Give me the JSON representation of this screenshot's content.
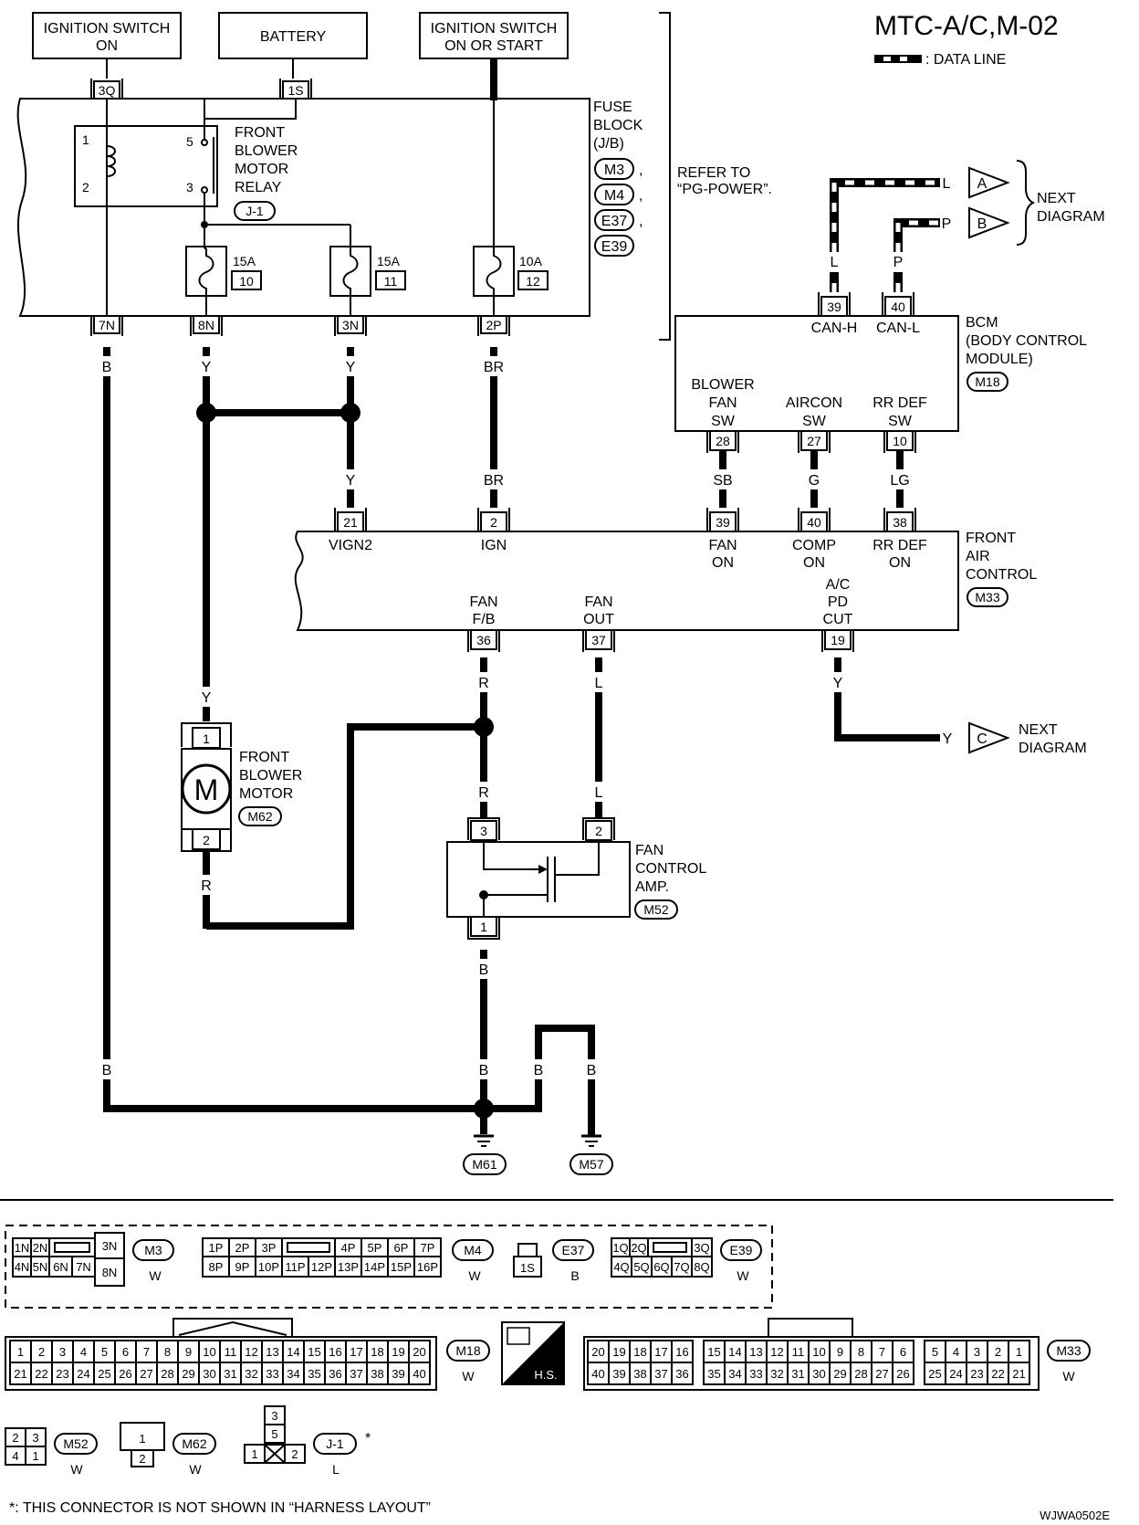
{
  "title": "MTC-A/C,M-02",
  "legend": {
    "data_line": ": DATA LINE"
  },
  "sources": {
    "ign_on": [
      "IGNITION SWITCH",
      "ON"
    ],
    "battery": "BATTERY",
    "ign_start": [
      "IGNITION SWITCH",
      "ON OR START"
    ]
  },
  "fuse_block": {
    "label": [
      "FUSE",
      "BLOCK",
      "(J/B)"
    ],
    "connectors": [
      "M3",
      "M4",
      "E37",
      "E39"
    ],
    "refer": [
      "REFER TO",
      "“PG-POWER”."
    ],
    "relay": {
      "label": [
        "FRONT",
        "BLOWER",
        "MOTOR",
        "RELAY"
      ],
      "connector": "J-1",
      "pins": [
        "1",
        "2",
        "5",
        "3"
      ]
    },
    "fuses": [
      {
        "amp": "15A",
        "num": "10"
      },
      {
        "amp": "15A",
        "num": "11"
      },
      {
        "amp": "10A",
        "num": "12"
      }
    ],
    "top_terms": [
      "3Q",
      "1S"
    ],
    "bottom_terms": [
      "7N",
      "8N",
      "3N",
      "2P"
    ]
  },
  "wires": {
    "w7n": "B",
    "w8n": "Y",
    "w3n": "Y",
    "w2p": "BR",
    "vign_y": "Y",
    "ign_br": "BR",
    "can_h": "L",
    "can_l": "P",
    "sb": "SB",
    "g": "G",
    "lg": "LG",
    "motor_top": "Y",
    "motor_bot": "R",
    "fb_r1": "R",
    "fb_r2": "R",
    "out_l1": "L",
    "out_l2": "L",
    "pdcut_y": "Y",
    "pdcut_y2": "Y",
    "amp_b": "B",
    "gnd_b1": "B",
    "gnd_b2": "B",
    "gnd_b3": "B",
    "left_b": "B"
  },
  "next": [
    {
      "letter": "A",
      "wire": "L"
    },
    {
      "letter": "B",
      "wire": "P"
    },
    {
      "letter": "C",
      "wire": "Y"
    }
  ],
  "next_label": [
    "NEXT",
    "DIAGRAM"
  ],
  "bcm": {
    "label": [
      "BCM",
      "(BODY CONTROL",
      "MODULE)"
    ],
    "connector": "M18",
    "top_pins": [
      {
        "num": "39",
        "name": "CAN-H"
      },
      {
        "num": "40",
        "name": "CAN-L"
      }
    ],
    "bottom_pins": [
      {
        "num": "28",
        "name": [
          "BLOWER",
          "FAN",
          "SW"
        ]
      },
      {
        "num": "27",
        "name": [
          "AIRCON",
          "SW"
        ]
      },
      {
        "num": "10",
        "name": [
          "RR DEF",
          "SW"
        ]
      }
    ]
  },
  "fac": {
    "label": [
      "FRONT",
      "AIR",
      "CONTROL"
    ],
    "connector": "M33",
    "top_pins": [
      {
        "num": "21",
        "name": [
          "VIGN2"
        ]
      },
      {
        "num": "2",
        "name": [
          "IGN"
        ]
      },
      {
        "num": "39",
        "name": [
          "FAN",
          "ON"
        ]
      },
      {
        "num": "40",
        "name": [
          "COMP",
          "ON"
        ]
      },
      {
        "num": "38",
        "name": [
          "RR DEF",
          "ON"
        ]
      }
    ],
    "bottom_pins": [
      {
        "num": "36",
        "name": [
          "FAN",
          "F/B"
        ]
      },
      {
        "num": "37",
        "name": [
          "FAN",
          "OUT"
        ]
      },
      {
        "num": "19",
        "name": [
          "A/C",
          "PD",
          "CUT"
        ]
      }
    ]
  },
  "motor": {
    "label": [
      "FRONT",
      "BLOWER",
      "MOTOR"
    ],
    "connector": "M62",
    "symbol": "M",
    "pins": [
      "1",
      "2"
    ]
  },
  "amp": {
    "label": [
      "FAN",
      "CONTROL",
      "AMP."
    ],
    "connector": "M52",
    "pins": [
      "3",
      "2",
      "1"
    ]
  },
  "grounds": [
    "M61",
    "M57"
  ],
  "footer": {
    "m3": {
      "row1": [
        "1N",
        "2N",
        "3N"
      ],
      "row2": [
        "4N",
        "5N",
        "6N",
        "7N",
        "8N"
      ],
      "name": "M3",
      "color": "W"
    },
    "m4": {
      "row1": [
        "1P",
        "2P",
        "3P",
        "4P",
        "5P",
        "6P",
        "7P"
      ],
      "row2": [
        "8P",
        "9P",
        "10P",
        "11P",
        "12P",
        "13P",
        "14P",
        "15P",
        "16P"
      ],
      "name": "M4",
      "color": "W"
    },
    "e37": {
      "pin": "1S",
      "name": "E37",
      "color": "B"
    },
    "e39": {
      "row1": [
        "1Q",
        "2Q",
        "3Q"
      ],
      "row2": [
        "4Q",
        "5Q",
        "6Q",
        "7Q",
        "8Q"
      ],
      "name": "E39",
      "color": "W"
    },
    "m18": {
      "name": "M18",
      "color": "W"
    },
    "hs": "H.S.",
    "m33": {
      "name": "M33",
      "color": "W"
    },
    "m52": {
      "cells": [
        "2",
        "3",
        "4",
        "1"
      ],
      "name": "M52",
      "color": "W"
    },
    "m62": {
      "cells": [
        "1",
        "2"
      ],
      "name": "M62",
      "color": "W"
    },
    "j1": {
      "cells": [
        "3",
        "5",
        "1",
        "2"
      ],
      "name": "J-1",
      "color": "L",
      "mark": "*"
    },
    "note": "*: THIS CONNECTOR IS NOT SHOWN IN “HARNESS LAYOUT”",
    "code": "WJWA0502E"
  }
}
